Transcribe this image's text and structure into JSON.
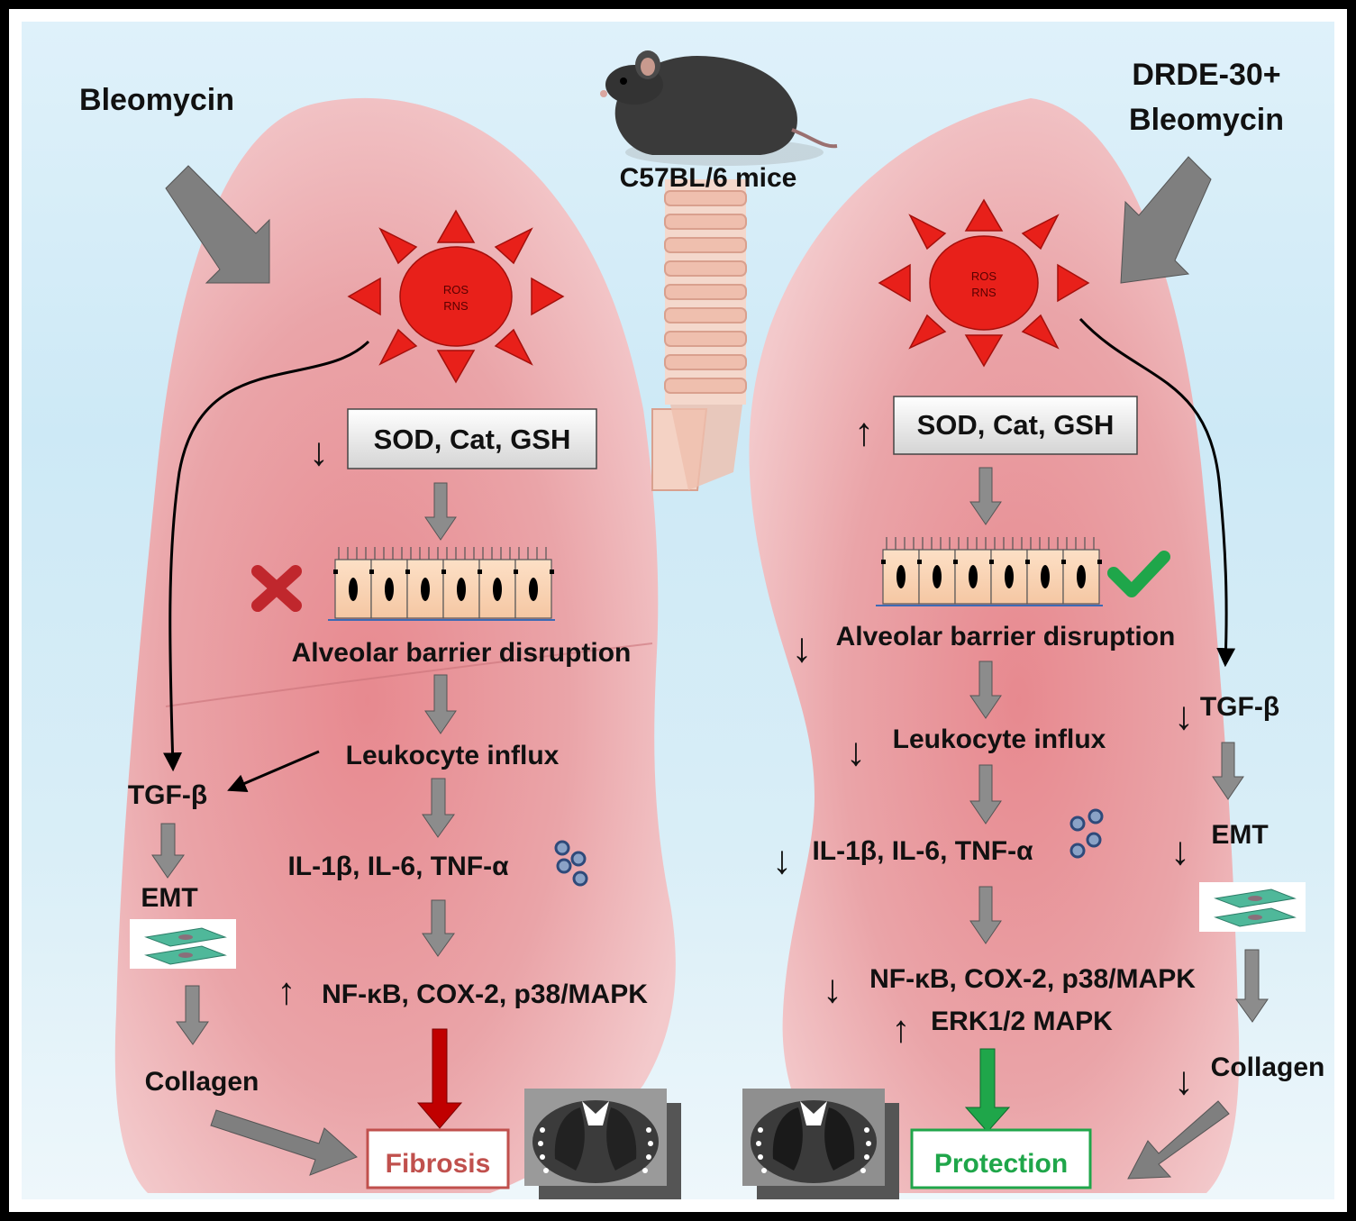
{
  "left_condition": "Bleomycin",
  "right_condition_line1": "DRDE-30+",
  "right_condition_line2": "Bleomycin",
  "mouse_label": "C57BL/6 mice",
  "ros_line1": "ROS",
  "ros_line2": "RNS",
  "antioxidants": "SOD, Cat, GSH",
  "alveolar": "Alveolar barrier disruption",
  "leukocyte": "Leukocyte influx",
  "cytokines": "IL-1β, IL-6, TNF-α",
  "signaling": "NF-κB, COX-2, p38/MAPK",
  "erk": "ERK1/2 MAPK",
  "tgf": "TGF-β",
  "emt": "EMT",
  "collagen": "Collagen",
  "outcome_left": "Fibrosis",
  "outcome_right": "Protection",
  "up_arrow": "↑",
  "down_arrow": "↓",
  "colors": {
    "outcome_left": "#c0504d",
    "outcome_right": "#1fa64a",
    "ros": "#e8201a",
    "block_arrow": "#7f7f7f"
  }
}
